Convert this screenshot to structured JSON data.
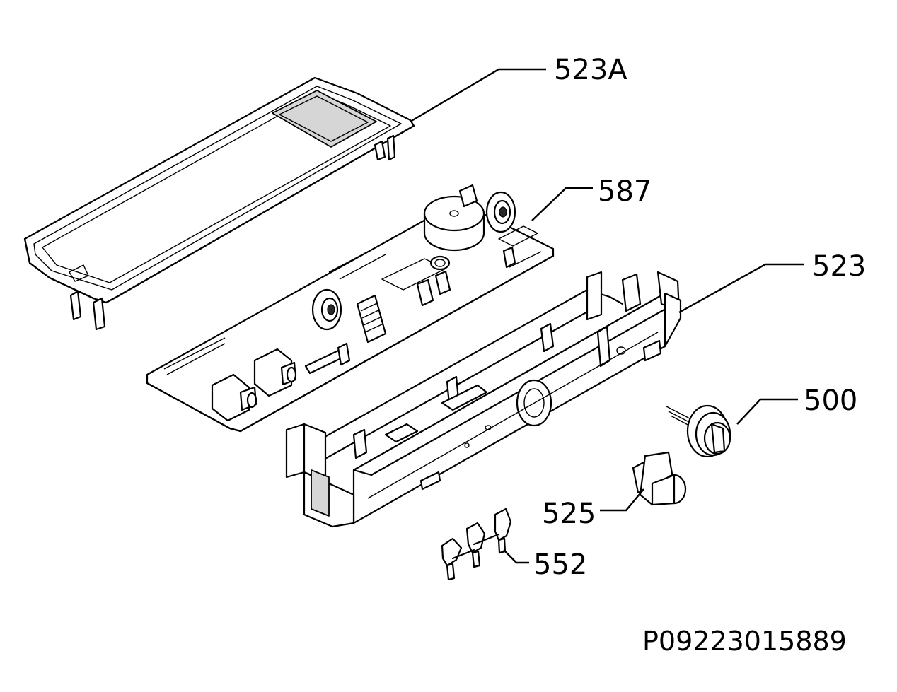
{
  "parts": [
    {
      "id": "lid",
      "label": "523A"
    },
    {
      "id": "board",
      "label": "587"
    },
    {
      "id": "housing",
      "label": "523"
    },
    {
      "id": "knob",
      "label": "500"
    },
    {
      "id": "button",
      "label": "525"
    },
    {
      "id": "clips",
      "label": "552"
    }
  ],
  "drawing_id": "P09223015889"
}
